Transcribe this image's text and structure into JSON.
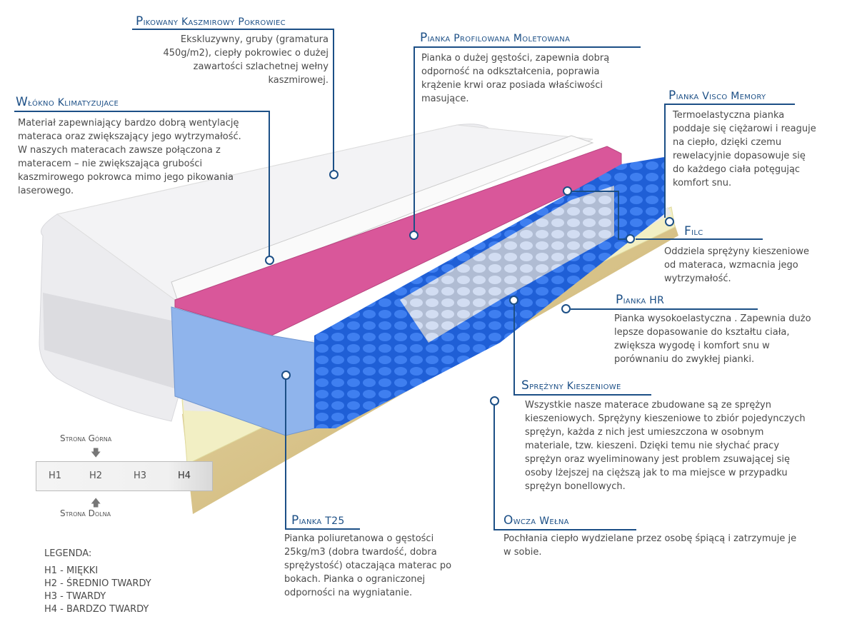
{
  "callouts": {
    "cover": {
      "title": "Pikowany Kaszmirowy Pokrowiec",
      "lines": [
        "Ekskluzywny, gruby (gramatura",
        "450g/m2), ciepły pokrowiec o dużej",
        "zawartości szlachetnej wełny",
        "kaszmirowej."
      ]
    },
    "fiber": {
      "title": "Włókno Klimatyzujace",
      "lines": [
        "Materiał zapewniający bardzo dobrą wentylację",
        "materaca oraz zwiększający jego wytrzymałość.",
        "W naszych materacach zawsze połączona z",
        "materacem – nie zwiększająca grubości",
        "kaszmirowego pokrowca mimo jego pikowania",
        "laserowego."
      ]
    },
    "profiled": {
      "title": "Pianka Profilowana Moletowana",
      "lines": [
        "Pianka o dużej gęstości, zapewnia dobrą",
        "odporność na odkształcenia, poprawia",
        "krążenie krwi oraz posiada właściwości",
        "masujące."
      ]
    },
    "visco": {
      "title": "Pianka Visco Memory",
      "lines": [
        "Termoelastyczna pianka",
        "poddaje się ciężarowi i reaguje",
        "na ciepło, dzięki czemu",
        "rewelacyjnie dopasowuje się",
        "do każdego ciała potęgując",
        "komfort snu."
      ]
    },
    "filc": {
      "title": "Filc",
      "lines": [
        "Oddziela sprężyny kieszeniowe",
        "od materaca, wzmacnia jego",
        "wytrzymałość."
      ]
    },
    "hr": {
      "title": "Pianka HR",
      "lines": [
        "Pianka wysokoelastyczna . Zapewnia dużo",
        "lepsze dopasowanie do kształtu ciała,",
        "zwiększa wygodę i komfort snu w",
        "porównaniu do zwykłej pianki."
      ]
    },
    "springs": {
      "title": "Sprężyny Kieszeniowe",
      "lines": [
        "Wszystkie nasze materace zbudowane są ze sprężyn",
        "kieszeniowych. Sprężyny kieszeniowe to zbiór pojedynczych",
        "sprężyn, każda z nich jest umieszczona w osobnym",
        "materiale, tzw. kieszeni. Dzięki temu nie słychać pracy",
        "sprężyn oraz wyeliminowany jest problem zsuwającej się",
        "osoby lżejszej na cięższą jak to ma miejsce w przypadku",
        "sprężyn bonellowych."
      ]
    },
    "wool": {
      "title": "Owcza Wełna",
      "lines": [
        "Pochłania ciepło wydzielane przez osobę śpiącą i zatrzymuje je",
        "w sobie."
      ]
    },
    "t25": {
      "title": "Pianka T25",
      "lines": [
        "Pianka poliuretanowa o gęstości",
        "25kg/m3 (dobra twardość, dobra",
        "sprężystość) otaczająca materac po",
        "bokach. Pianka o ograniczonej",
        "odporności na wygniatanie."
      ]
    }
  },
  "hardness": {
    "top_label": "Strona Górna",
    "bottom_label": "Strona Dolna",
    "levels": [
      "H1",
      "H2",
      "H3",
      "H4"
    ],
    "legend_title": "LEGENDA:",
    "legend": [
      "H1 - MIĘKKI",
      "H2 - ŚREDNIO TWARDY",
      "H3 - TWARDY",
      "H4 - BARDZO TWARDY"
    ]
  },
  "colors": {
    "accent": "#1c4f86",
    "pink_foam": "#d9579a",
    "blue_spring": "#1f5fd6",
    "visco": "#f2efc4"
  }
}
